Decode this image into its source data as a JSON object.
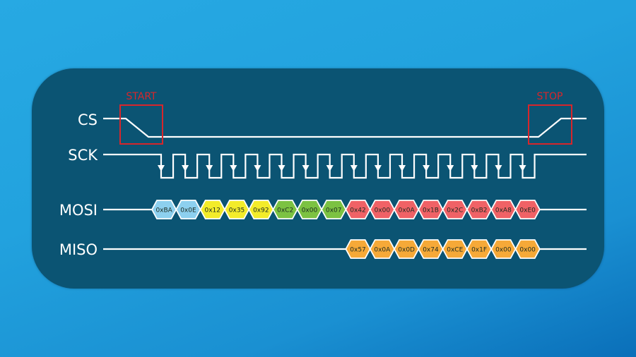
{
  "background": {
    "gradient_from": "#27a9e3",
    "gradient_to": "#0a6fb9",
    "panel_color": "#0b5473"
  },
  "signals": {
    "cs": {
      "label": "CS"
    },
    "sck": {
      "label": "SCK"
    },
    "mosi": {
      "label": "MOSI"
    },
    "miso": {
      "label": "MISO"
    }
  },
  "markers": {
    "start": {
      "label": "START",
      "color": "#d7262b"
    },
    "stop": {
      "label": "STOP",
      "color": "#d7262b"
    }
  },
  "line_color": "#ffffff",
  "clock": {
    "cycles": 16,
    "edge_arrow": "falling-edge-arrow"
  },
  "mosi_bytes": [
    {
      "value": "0xBA",
      "color": "#8dd0ef"
    },
    {
      "value": "0x0E",
      "color": "#8dd0ef"
    },
    {
      "value": "0x12",
      "color": "#f3ec2a"
    },
    {
      "value": "0x35",
      "color": "#f3ec2a"
    },
    {
      "value": "0x92",
      "color": "#f3ec2a"
    },
    {
      "value": "0xC2",
      "color": "#7cc242"
    },
    {
      "value": "0x00",
      "color": "#7cc242"
    },
    {
      "value": "0x07",
      "color": "#7cc242"
    },
    {
      "value": "0x42",
      "color": "#f06266"
    },
    {
      "value": "0x00",
      "color": "#f06266"
    },
    {
      "value": "0x0A",
      "color": "#f06266"
    },
    {
      "value": "0x1B",
      "color": "#f06266"
    },
    {
      "value": "0x2C",
      "color": "#f06266"
    },
    {
      "value": "0xB2",
      "color": "#f06266"
    },
    {
      "value": "0xA8",
      "color": "#f06266"
    },
    {
      "value": "0xE0",
      "color": "#f06266"
    }
  ],
  "miso_bytes": [
    {
      "value": "0x57",
      "color": "#f6a938"
    },
    {
      "value": "0x0A",
      "color": "#f6a938"
    },
    {
      "value": "0x0D",
      "color": "#f6a938"
    },
    {
      "value": "0x74",
      "color": "#f6a938"
    },
    {
      "value": "0xCE",
      "color": "#f6a938"
    },
    {
      "value": "0x1F",
      "color": "#f6a938"
    },
    {
      "value": "0x00",
      "color": "#f6a938"
    },
    {
      "value": "0x00",
      "color": "#f6a938"
    }
  ]
}
